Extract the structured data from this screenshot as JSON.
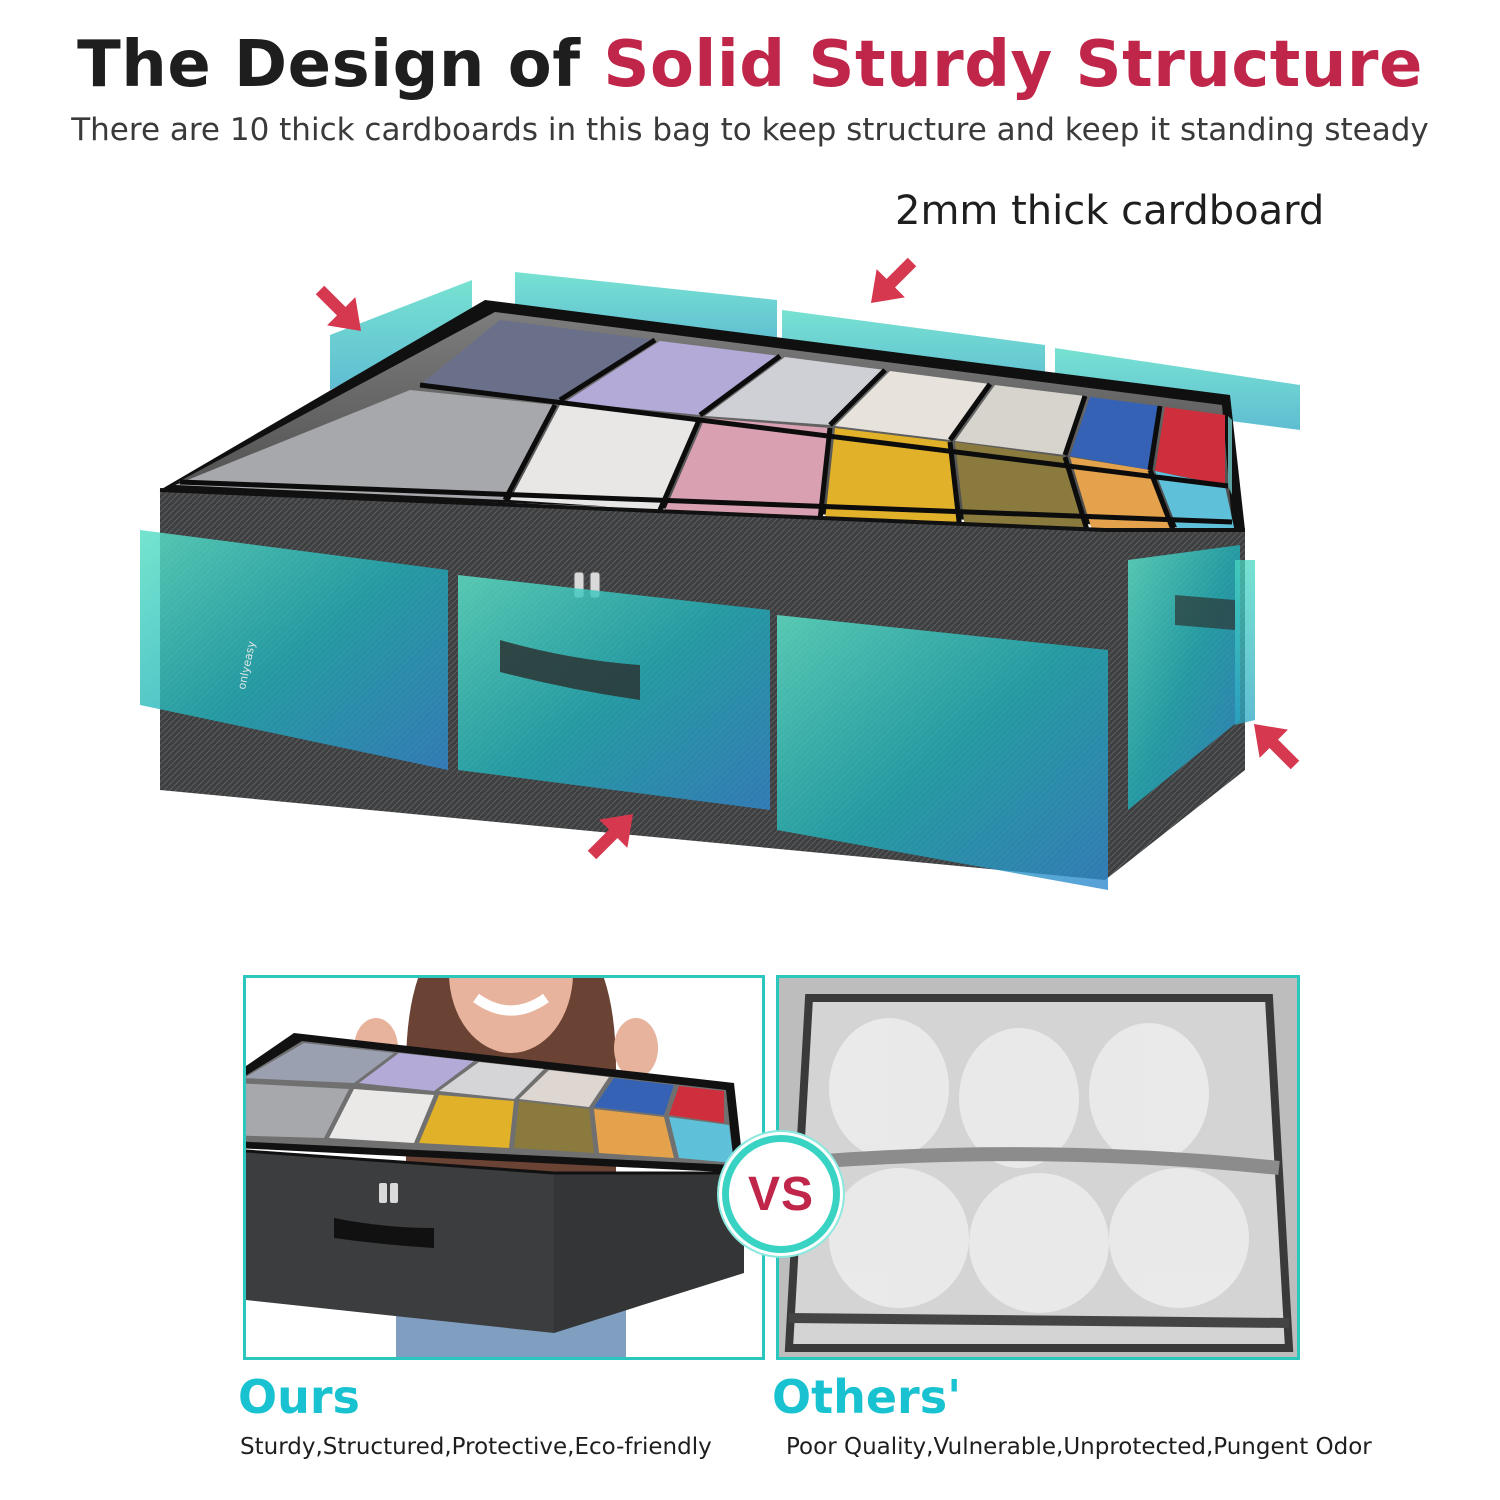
{
  "headline": {
    "prefix": "The Design of ",
    "highlight": "Solid Sturdy Structure"
  },
  "subtitle": "There are 10 thick cardboards in this bag to keep structure and keep it standing steady",
  "callout": "2mm thick cardboard",
  "comparison": {
    "ours": {
      "label": "Ours",
      "description": "Sturdy,Structured,Protective,Eco-friendly"
    },
    "vs": "VS",
    "others": {
      "label": "Others'",
      "description": "Poor Quality,Vulnerable,Unprotected,Pungent Odor"
    }
  },
  "brand_mark": "onlyeasy",
  "colors": {
    "accent": "#c0264a",
    "teal": "#18c2d0",
    "frame": "#2bc7bf"
  },
  "icons": [
    "arrow-down-right-icon",
    "arrow-down-left-icon",
    "arrow-up-right-icon",
    "arrow-up-left-icon"
  ]
}
